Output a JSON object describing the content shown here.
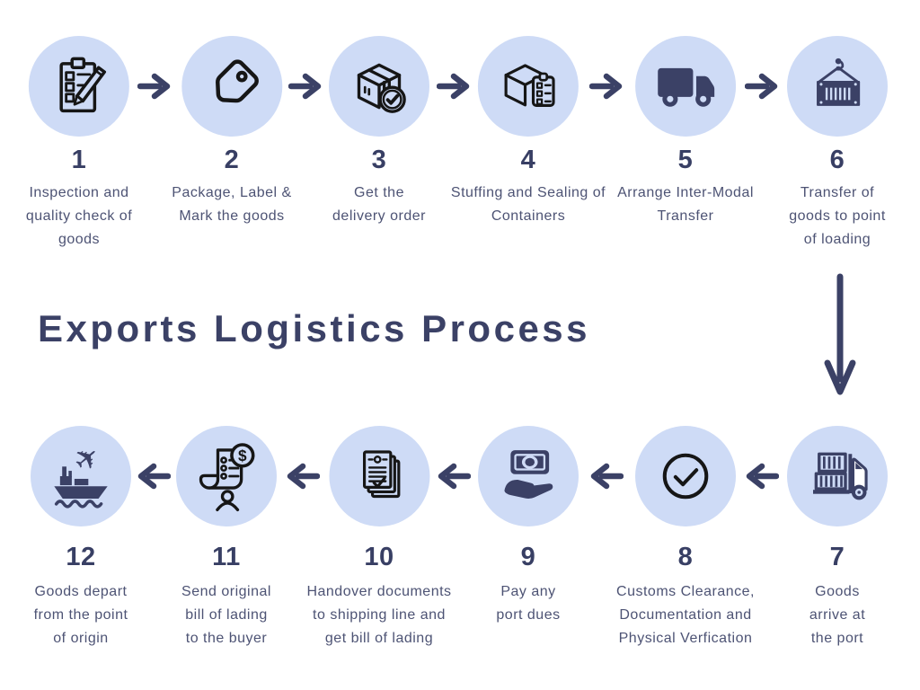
{
  "title": "Exports Logistics Process",
  "colors": {
    "background": "#ffffff",
    "circle_fill": "#cedbf6",
    "navy_accent": "#3b4166",
    "number_color": "#383f64",
    "label_color": "#4d5374",
    "outline_icon_color": "#161616"
  },
  "flow": {
    "top_row_direction": "left-to-right",
    "bottom_row_direction": "right-to-left",
    "connector_icons": [
      "arrow-right-icon",
      "arrow-down-icon",
      "arrow-left-icon"
    ]
  },
  "steps": [
    {
      "number": "1",
      "label": "Inspection and\nquality check of\ngoods",
      "icon": "clipboard-checklist-icon"
    },
    {
      "number": "2",
      "label": "Package, Label &\nMark the goods",
      "icon": "price-tag-icon"
    },
    {
      "number": "3",
      "label": "Get the\ndelivery order",
      "icon": "box-check-icon"
    },
    {
      "number": "4",
      "label": "Stuffing and Sealing of\nContainers",
      "icon": "box-clipboard-icon"
    },
    {
      "number": "5",
      "label": "Arrange Inter-Modal\nTransfer",
      "icon": "truck-icon"
    },
    {
      "number": "6",
      "label": "Transfer of\ngoods to point\nof loading",
      "icon": "crane-container-icon"
    },
    {
      "number": "7",
      "label": "Goods\narrive at\nthe port",
      "icon": "container-truck-icon"
    },
    {
      "number": "8",
      "label": "Customs Clearance,\nDocumentation and\nPhysical Verfication",
      "icon": "check-circle-icon"
    },
    {
      "number": "9",
      "label": "Pay any\nport dues",
      "icon": "money-hand-icon"
    },
    {
      "number": "10",
      "label": "Handover documents\nto shipping line and\nget bill of lading",
      "icon": "documents-stack-icon"
    },
    {
      "number": "11",
      "label": "Send original\nbill of lading\nto the buyer",
      "icon": "bill-of-lading-icon"
    },
    {
      "number": "12",
      "label": "Goods depart\nfrom the point\nof origin",
      "icon": "cargo-ship-plane-icon"
    }
  ]
}
